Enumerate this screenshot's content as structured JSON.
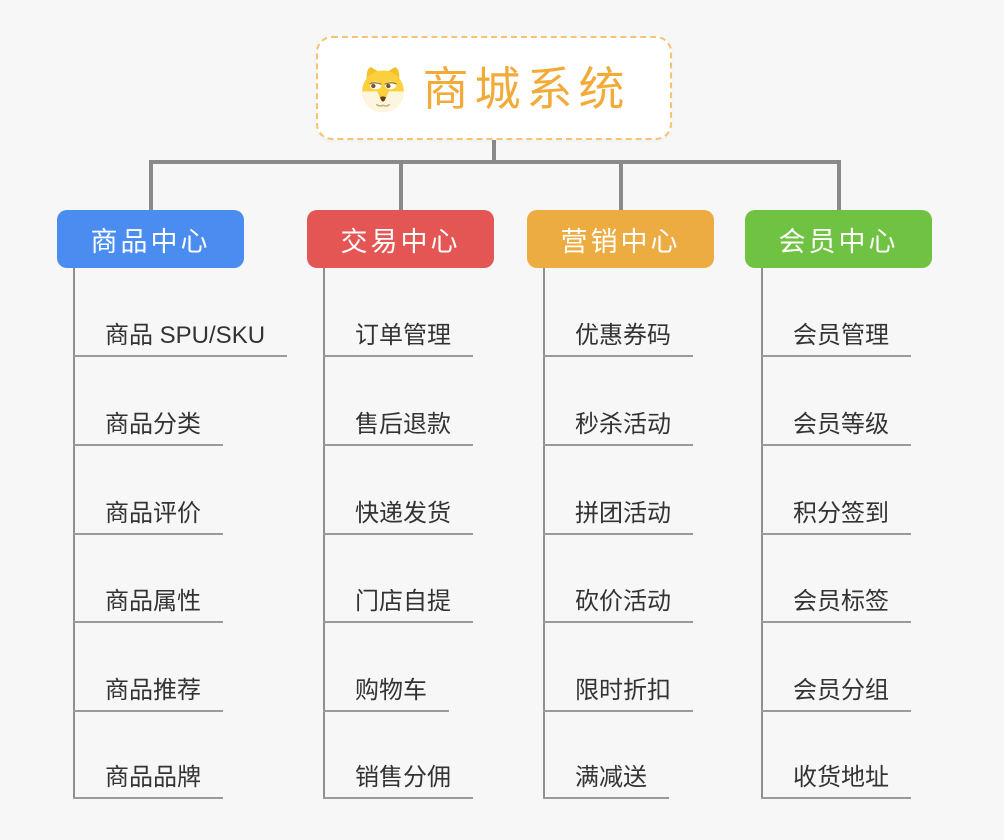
{
  "root": {
    "title": "商城系统",
    "icon": "doge-icon"
  },
  "branches": [
    {
      "label": "商品中心",
      "color": "#4a8cf0",
      "items": [
        "商品 SPU/SKU",
        "商品分类",
        "商品评价",
        "商品属性",
        "商品推荐",
        "商品品牌"
      ]
    },
    {
      "label": "交易中心",
      "color": "#e45653",
      "items": [
        "订单管理",
        "售后退款",
        "快递发货",
        "门店自提",
        "购物车",
        "销售分佣"
      ]
    },
    {
      "label": "营销中心",
      "color": "#ecac41",
      "items": [
        "优惠券码",
        "秒杀活动",
        "拼团活动",
        "砍价活动",
        "限时折扣",
        "满减送"
      ]
    },
    {
      "label": "会员中心",
      "color": "#6fc242",
      "items": [
        "会员管理",
        "会员等级",
        "积分签到",
        "会员标签",
        "会员分组",
        "收货地址"
      ]
    }
  ],
  "colors": {
    "background": "#f7f7f8",
    "root_title": "#f2ab38",
    "root_border": "#f5c473",
    "connector": "#8a8a8a",
    "underline": "#9a9a9a",
    "item_text": "#333333",
    "branch_text": "#ffffff"
  }
}
